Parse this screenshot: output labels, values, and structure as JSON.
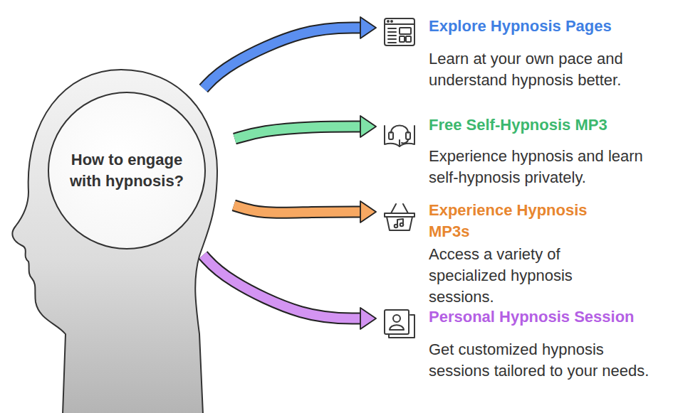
{
  "diagram": {
    "nodes": [
      {
        "text": [
          "How to engage with hypnosis?"
        ]
      },
      {
        "text": [
          "Explore Hypnosis Pages",
          "Learn at your own pace and understand hypnosis better."
        ]
      },
      {
        "text": [
          "Free Self-Hypnosis MP3",
          "Experience hypnosis and learn self-hypnosis privately."
        ]
      },
      {
        "text": [
          "Experience Hypnosis MP3s",
          "Access a variety of specialized hypnosis sessions."
        ]
      },
      {
        "text": [
          "Personal Hypnosis Session",
          "Get customized hypnosis sessions tailored to your needs."
        ]
      }
    ],
    "edges": [
      {
        "from": 0,
        "to": 1,
        "arrow": "to"
      },
      {
        "from": 0,
        "to": 2,
        "arrow": "to"
      },
      {
        "from": 0,
        "to": 3,
        "arrow": "to"
      },
      {
        "from": 0,
        "to": 4,
        "arrow": "to"
      }
    ]
  }
}
